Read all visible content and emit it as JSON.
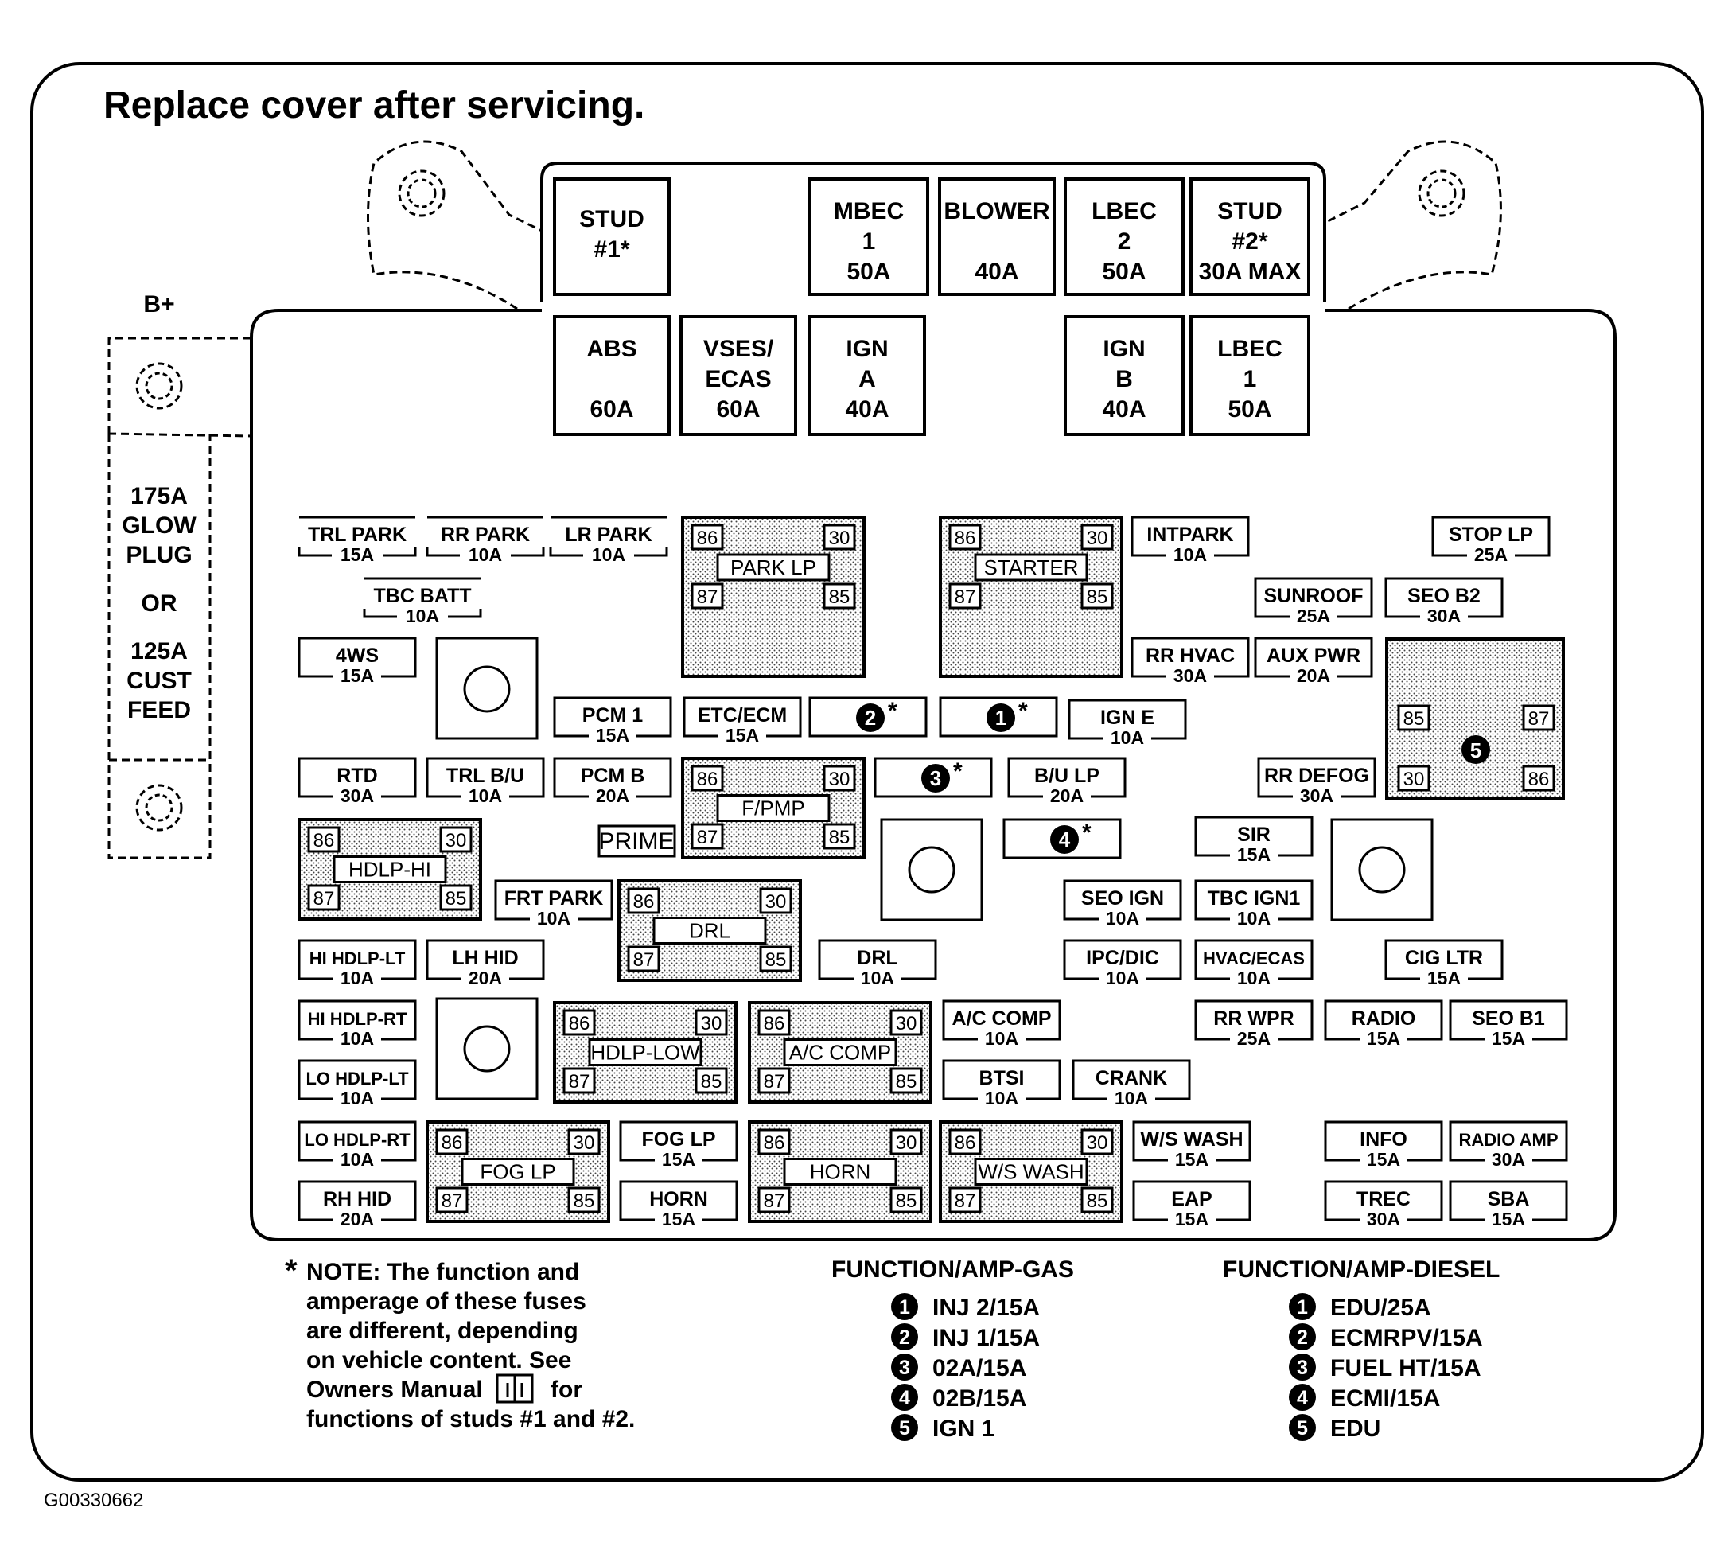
{
  "heading": "Replace cover after servicing.",
  "bplus_label": "B+",
  "side_panel": {
    "lines": [
      "175A",
      "GLOW",
      "PLUG",
      "OR",
      "125A",
      "CUST",
      "FEED"
    ]
  },
  "top_fuses": [
    {
      "lines": [
        "STUD",
        "#1*"
      ]
    },
    {
      "lines": [
        "MBEC",
        "1",
        "50A"
      ]
    },
    {
      "lines": [
        "BLOWER",
        "",
        "40A"
      ]
    },
    {
      "lines": [
        "LBEC",
        "2",
        "50A"
      ]
    },
    {
      "lines": [
        "STUD",
        "#2*",
        "30A MAX"
      ]
    },
    {
      "lines": [
        "ABS",
        "",
        "60A"
      ]
    },
    {
      "lines": [
        "VSES/",
        "ECAS",
        "60A"
      ]
    },
    {
      "lines": [
        "IGN",
        "A",
        "40A"
      ]
    },
    {
      "lines": [
        "IGN",
        "B",
        "40A"
      ]
    },
    {
      "lines": [
        "LBEC",
        "1",
        "50A"
      ]
    }
  ],
  "mini_fuses": [
    {
      "name": "TRL PARK",
      "amp": "15A"
    },
    {
      "name": "RR PARK",
      "amp": "10A"
    },
    {
      "name": "LR PARK",
      "amp": "10A"
    },
    {
      "name": "TBC BATT",
      "amp": "10A"
    },
    {
      "name": "INTPARK",
      "amp": "10A"
    },
    {
      "name": "STOP LP",
      "amp": "25A"
    },
    {
      "name": "SUNROOF",
      "amp": "25A"
    },
    {
      "name": "SEO B2",
      "amp": "30A"
    },
    {
      "name": "4WS",
      "amp": "15A"
    },
    {
      "name": "RR HVAC",
      "amp": "30A"
    },
    {
      "name": "AUX PWR",
      "amp": "20A"
    },
    {
      "name": "PCM 1",
      "amp": "15A"
    },
    {
      "name": "ETC/ECM",
      "amp": "15A"
    },
    {
      "name": "IGN E",
      "amp": "10A"
    },
    {
      "name": "RTD",
      "amp": "30A"
    },
    {
      "name": "TRL B/U",
      "amp": "10A"
    },
    {
      "name": "PCM B",
      "amp": "20A"
    },
    {
      "name": "B/U LP",
      "amp": "20A"
    },
    {
      "name": "RR DEFOG",
      "amp": "30A"
    },
    {
      "name": "SIR",
      "amp": "15A"
    },
    {
      "name": "FRT PARK",
      "amp": "10A"
    },
    {
      "name": "SEO IGN",
      "amp": "10A"
    },
    {
      "name": "TBC IGN1",
      "amp": "10A"
    },
    {
      "name": "HI HDLP-LT",
      "amp": "10A"
    },
    {
      "name": "LH HID",
      "amp": "20A"
    },
    {
      "name": "DRL",
      "amp": "10A"
    },
    {
      "name": "IPC/DIC",
      "amp": "10A"
    },
    {
      "name": "HVAC/ECAS",
      "amp": "10A"
    },
    {
      "name": "CIG LTR",
      "amp": "15A"
    },
    {
      "name": "HI HDLP-RT",
      "amp": "10A"
    },
    {
      "name": "A/C COMP",
      "amp": "10A"
    },
    {
      "name": "RR WPR",
      "amp": "25A"
    },
    {
      "name": "RADIO",
      "amp": "15A"
    },
    {
      "name": "SEO B1",
      "amp": "15A"
    },
    {
      "name": "LO HDLP-LT",
      "amp": "10A"
    },
    {
      "name": "BTSI",
      "amp": "10A"
    },
    {
      "name": "CRANK",
      "amp": "10A"
    },
    {
      "name": "LO HDLP-RT",
      "amp": "10A"
    },
    {
      "name": "FOG LP",
      "amp": "15A"
    },
    {
      "name": "W/S WASH",
      "amp": "15A"
    },
    {
      "name": "INFO",
      "amp": "15A"
    },
    {
      "name": "RADIO AMP",
      "amp": "30A"
    },
    {
      "name": "RH HID",
      "amp": "20A"
    },
    {
      "name": "HORN",
      "amp": "15A"
    },
    {
      "name": "EAP",
      "amp": "15A"
    },
    {
      "name": "TREC",
      "amp": "30A"
    },
    {
      "name": "SBA",
      "amp": "15A"
    }
  ],
  "relays": [
    {
      "name": "PARK LP"
    },
    {
      "name": "STARTER"
    },
    {
      "name": "F/PMP"
    },
    {
      "name": "HDLP-HI"
    },
    {
      "name": "DRL"
    },
    {
      "name": "HDLP-LOW"
    },
    {
      "name": "A/C COMP"
    },
    {
      "name": "FOG LP"
    },
    {
      "name": "HORN"
    },
    {
      "name": "W/S WASH"
    }
  ],
  "relay_pins": [
    "86",
    "30",
    "87",
    "85"
  ],
  "square_relay": {
    "pins": [
      "85",
      "87",
      "30",
      "86"
    ],
    "marker": "5"
  },
  "plain_labels": {
    "prime": "PRIME"
  },
  "numbered_slots": [
    {
      "marker": "2",
      "star": "*"
    },
    {
      "marker": "1",
      "star": "*"
    },
    {
      "marker": "3",
      "star": "*"
    },
    {
      "marker": "4",
      "star": "*"
    }
  ],
  "note": {
    "star": "*",
    "lines": [
      "NOTE:  The function and",
      "amperage of these fuses",
      "are different, depending",
      "on vehicle content.  See",
      "Owners Manual",
      "functions of studs #1 and #2."
    ],
    "for_word": "for"
  },
  "legend_gas": {
    "title": "FUNCTION/AMP-GAS",
    "items": [
      {
        "marker": "1",
        "text": "INJ 2/15A"
      },
      {
        "marker": "2",
        "text": "INJ 1/15A"
      },
      {
        "marker": "3",
        "text": "02A/15A"
      },
      {
        "marker": "4",
        "text": "02B/15A"
      },
      {
        "marker": "5",
        "text": "IGN 1"
      }
    ]
  },
  "legend_diesel": {
    "title": "FUNCTION/AMP-DIESEL",
    "items": [
      {
        "marker": "1",
        "text": "EDU/25A"
      },
      {
        "marker": "2",
        "text": "ECMRPV/15A"
      },
      {
        "marker": "3",
        "text": "FUEL HT/15A"
      },
      {
        "marker": "4",
        "text": "ECMI/15A"
      },
      {
        "marker": "5",
        "text": "EDU"
      }
    ]
  },
  "figure_id": "G00330662"
}
